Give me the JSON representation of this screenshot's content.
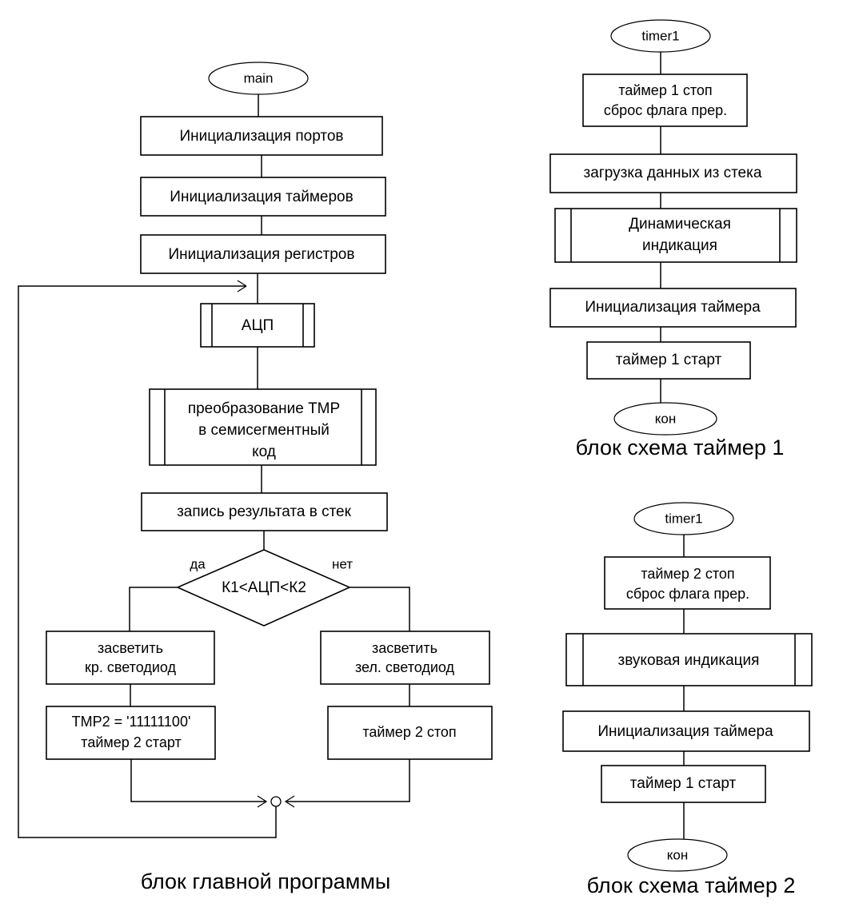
{
  "diagram": {
    "title": "Flowchart of microcontroller program",
    "background_color": "#ffffff",
    "line_color": "#000000",
    "captions": {
      "main": "блок главной программы",
      "timer1": "блок схема таймер 1",
      "timer2": "блок схема таймер 2"
    },
    "main_flow": {
      "start": "main",
      "steps": [
        "Инициализация портов",
        "Инициализация таймеров",
        "Инициализация регистров",
        "АЦП",
        "преобразование TMP",
        "в семисегментный",
        "код",
        "запись результата в стек"
      ],
      "subroutine_adc": "АЦП",
      "subroutine_convert_line1": "преобразование TMP",
      "subroutine_convert_line2": "в семисегментный",
      "subroutine_convert_line3": "код",
      "process_init_ports": "Инициализация портов",
      "process_init_timers": "Инициализация таймеров",
      "process_init_registers": "Инициализация регистров",
      "process_write_stack": "запись результата в стек",
      "decision": "К1<АЦП<К2",
      "branch_yes": "да",
      "branch_no": "нет",
      "yes_branch": {
        "led_line1": "засветить",
        "led_line2": "кр. светодиод",
        "timer_line1": "TMP2 = '11111100'",
        "timer_line2": "таймер 2 старт"
      },
      "no_branch": {
        "led_line1": "засветить",
        "led_line2": "зел. светодиод",
        "timer": "таймер 2  стоп"
      }
    },
    "timer1_flow": {
      "start": "timer1",
      "stop_line1": "таймер 1   стоп",
      "stop_line2": "сброс флага прер.",
      "load_stack": "загрузка данных из стека",
      "indication_line1": "Динамическая",
      "indication_line2": "индикация",
      "init_timer": "Инициализация таймера",
      "start_timer": "таймер 1  старт",
      "end": "кон"
    },
    "timer2_flow": {
      "start": "timer1",
      "stop_line1": "таймер 2  стоп",
      "stop_line2": "сброс флага прер.",
      "sound_indication": "звуковая индикация",
      "init_timer": "Инициализация таймера",
      "start_timer": "таймер 1  старт",
      "end": "кон"
    }
  }
}
